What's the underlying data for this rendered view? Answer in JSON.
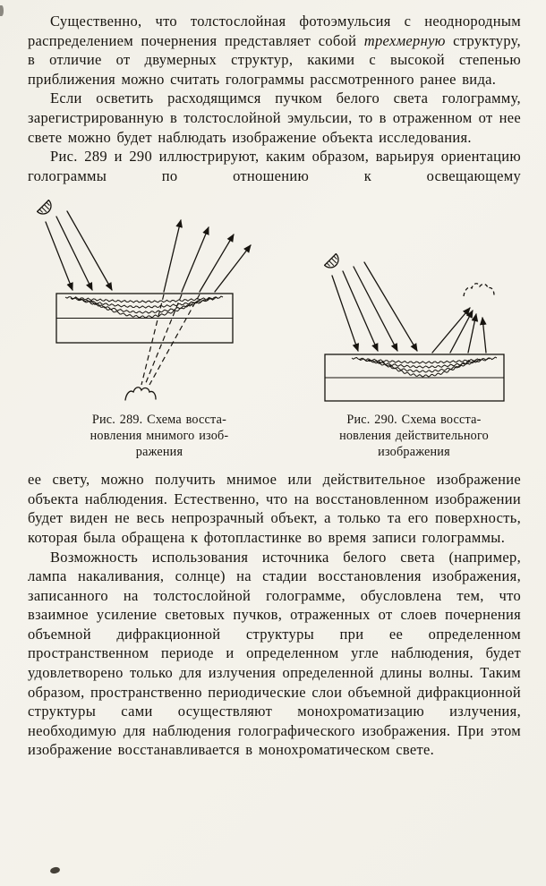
{
  "colors": {
    "paper": "#f3f1e9",
    "ink": "#17140f"
  },
  "icons": {
    "light_source": "lamp-icon",
    "object_fig289": "virtual-image-object",
    "object_fig290": "real-image-object"
  },
  "content": {
    "para1": {
      "pre": "Существенно, что толстослойная фотоэмульсия с неоднородным распределением почернения представляет собой ",
      "italic": "трехмерную",
      "post": " структуру, в отличие от двумерных структур, какими с высокой степенью приближения можно считать голограммы рассмотренного ранее вида."
    },
    "para2": "Если осветить расходящимся пучком белого света голограмму, зарегистрированную в толстослойной эмульсии, то в отраженном от нее свете можно будет наблюдать изображение объекта исследования.",
    "para3": "Рис. 289 и 290 иллюстрируют, каким образом, варьируя ориентацию голограммы по отношению к освещающему",
    "para4": "ее свету, можно получить мнимое или действительное изображение объекта наблюдения. Естественно, что на восстановленном изображении будет виден не весь непрозрачный объект, а только та его поверхность, которая была обращена к фотопластинке во время записи голограммы.",
    "para5": "Возможность использования источника белого света (например, лампа накаливания, солнце) на стадии восстановления изображения, записанного на толстослойной голограмме, обусловлена тем, что взаимное усиление световых пучков, отраженных от слоев почернения объемной дифракционной структуры при ее определенном пространственном периоде и определенном угле наблюдения, будет удовлетворено только для излучения определенной длины волны. Таким образом, пространственно периодические слои объемной дифракционной структуры сами осуществляют монохроматизацию излучения, необходимую для наблюдения голографического изображения. При этом изображение восстанавливается в монохроматическом свете."
  },
  "figures": {
    "fig289": {
      "caption": "Рис. 289. Схема восста-\nновления мнимого изоб-\nражения"
    },
    "fig290": {
      "caption": "Рис. 290. Схема восста-\nновления действительного\nизображения"
    }
  }
}
